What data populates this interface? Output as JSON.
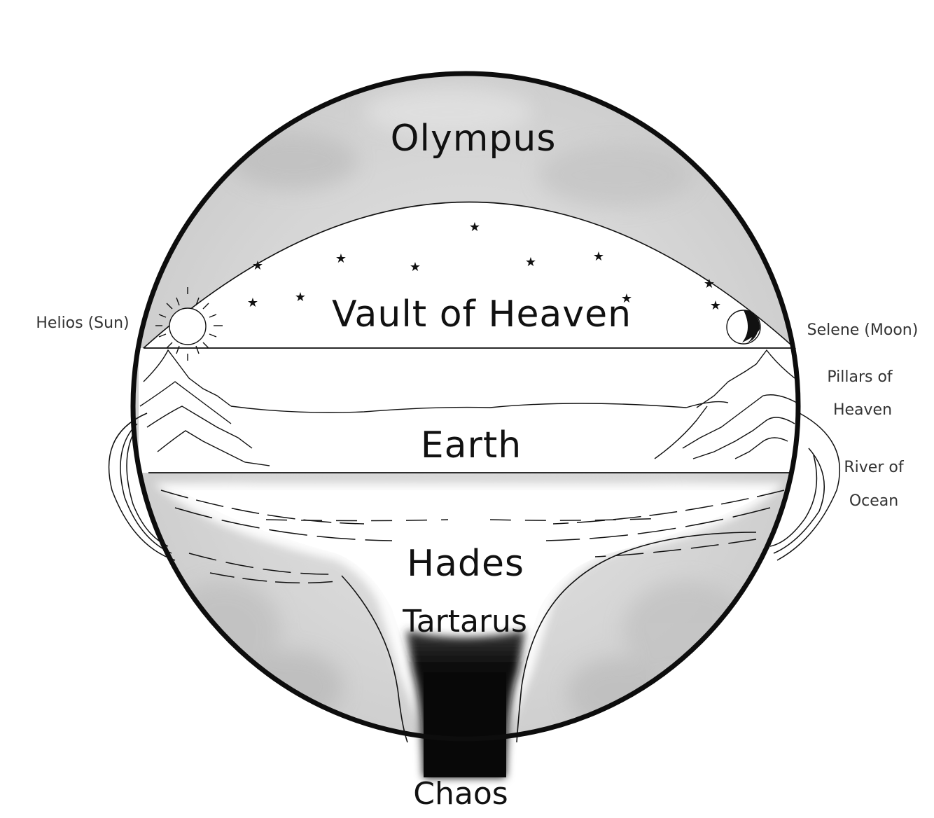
{
  "diagram": {
    "regions": {
      "olympus": "Olympus",
      "vault": "Vault of Heaven",
      "earth": "Earth",
      "hades": "Hades",
      "tartarus": "Tartarus",
      "chaos": "Chaos"
    },
    "side_labels": {
      "sun": "Helios (Sun)",
      "moon": "Selene (Moon)",
      "pillars_line1": "Pillars of",
      "pillars_line2": "Heaven",
      "river_line1": "River of",
      "river_line2": "Ocean"
    },
    "colors": {
      "outline": "#111111",
      "cloud_gray": "#d4d4d4",
      "abyss": "#0a0a0a",
      "background": "#ffffff"
    }
  }
}
